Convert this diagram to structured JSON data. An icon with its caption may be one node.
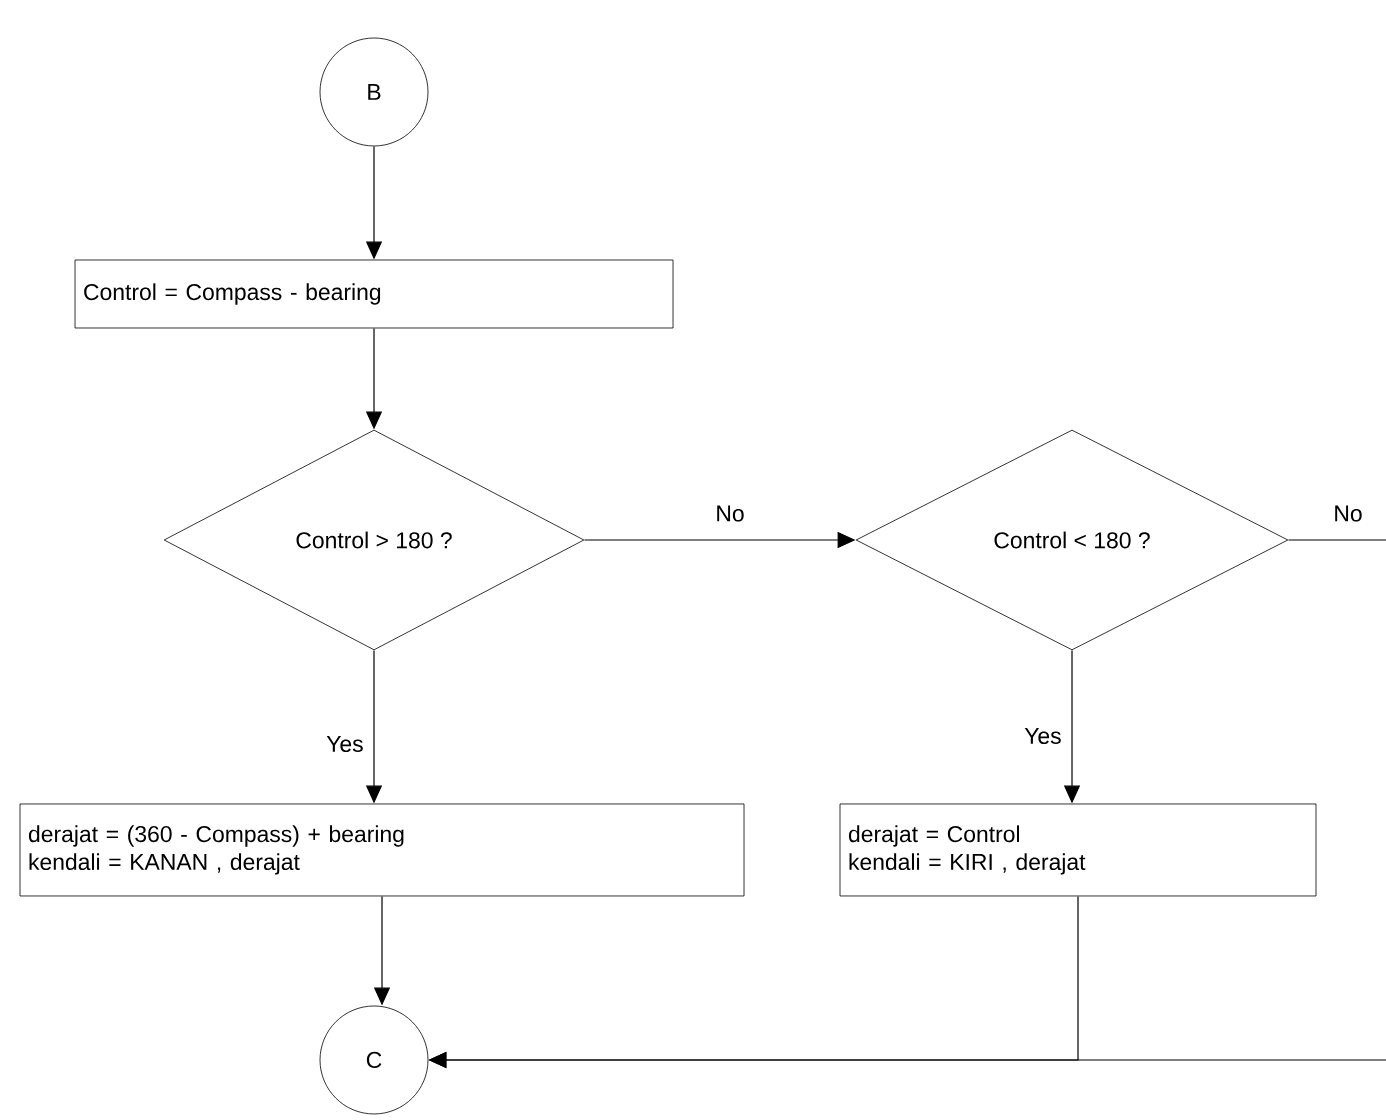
{
  "diagram": {
    "nodes": [
      {
        "text": [
          "B"
        ]
      },
      {
        "text": [
          "Control = Compass -  bearing"
        ]
      },
      {
        "text": [
          "Control > 180 ?"
        ]
      },
      {
        "text": [
          "Control < 180 ?"
        ]
      },
      {
        "text": [
          "derajat = (360 - Compass) + bearing",
          "kendali = KANAN , derajat"
        ]
      },
      {
        "text": [
          "derajat = Control",
          "kendali = KIRI , derajat"
        ]
      },
      {
        "text": [
          "C"
        ]
      }
    ],
    "edges": [
      {
        "from": 0,
        "to": 1,
        "arrow": "to"
      },
      {
        "from": 1,
        "to": 2,
        "arrow": "to"
      },
      {
        "from": 2,
        "to": 3,
        "arrow": "to",
        "label": "No"
      },
      {
        "from": 2,
        "to": 4,
        "arrow": "to",
        "label": "Yes"
      },
      {
        "from": 3,
        "to": 5,
        "arrow": "to",
        "label": "Yes"
      },
      {
        "from": 3,
        "to": null,
        "arrow": "none",
        "label": "No"
      },
      {
        "from": 4,
        "to": 6,
        "arrow": "to"
      },
      {
        "from": 5,
        "to": 6,
        "arrow": "to"
      },
      {
        "from": null,
        "to": 6,
        "arrow": "to"
      }
    ]
  }
}
